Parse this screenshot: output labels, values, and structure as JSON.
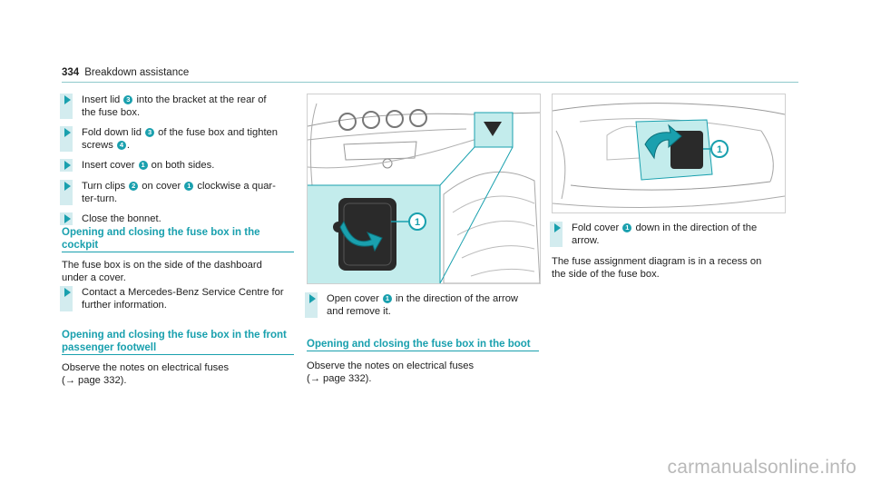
{
  "header": {
    "page_number": "334",
    "section": "Breakdown assistance"
  },
  "col1": {
    "steps": [
      {
        "pre": "Insert lid ",
        "n1": "3",
        "mid": " into the bracket at the rear of",
        "line2": "the fuse box."
      },
      {
        "pre": "Fold down lid ",
        "n1": "3",
        "mid": " of the fuse box and tighten",
        "line2a": "screws ",
        "n2": "4",
        "line2b": "."
      },
      {
        "pre": "Insert cover ",
        "n1": "1",
        "mid": " on both sides."
      },
      {
        "pre": "Turn clips ",
        "n1": "2",
        "mid": " on cover ",
        "n2": "1",
        "post": " clockwise a quar-",
        "line2": "ter-turn."
      },
      {
        "pre": "Close the bonnet."
      }
    ],
    "cockpit": {
      "heading_l1": "Opening and closing the fuse box in the",
      "heading_l2": "cockpit",
      "para_l1": "The fuse box is on the side of the dashboard",
      "para_l2": "under a cover.",
      "step_l1": "Contact a Mercedes-Benz Service Centre for",
      "step_l2": "further information."
    },
    "footwell": {
      "heading_l1": "Opening and closing the fuse box in the front",
      "heading_l2": "passenger footwell",
      "para_l1": "Observe the notes on electrical fuses",
      "para_l2": "(→ page 332)."
    }
  },
  "col2": {
    "callout": "1",
    "step_pre": "Open cover ",
    "step_n": "1",
    "step_post": " in the direction of the arrow",
    "step_l2": "and remove it.",
    "boot": {
      "heading": "Opening and closing the fuse box in the boot",
      "para_l1": "Observe the notes on electrical fuses",
      "para_l2": "(→ page 332)."
    }
  },
  "col3": {
    "callout": "1",
    "step_pre": "Fold cover ",
    "step_n": "1",
    "step_post": " down in the direction of the",
    "step_l2": "arrow.",
    "para_l1": "The fuse assignment diagram is in a recess on",
    "para_l2": "the side of the fuse box."
  },
  "watermark": "carmanualsonline.info",
  "colors": {
    "accent": "#19a0ae",
    "highlight": "#c3ecec",
    "step_bar": "#d3ecef"
  }
}
